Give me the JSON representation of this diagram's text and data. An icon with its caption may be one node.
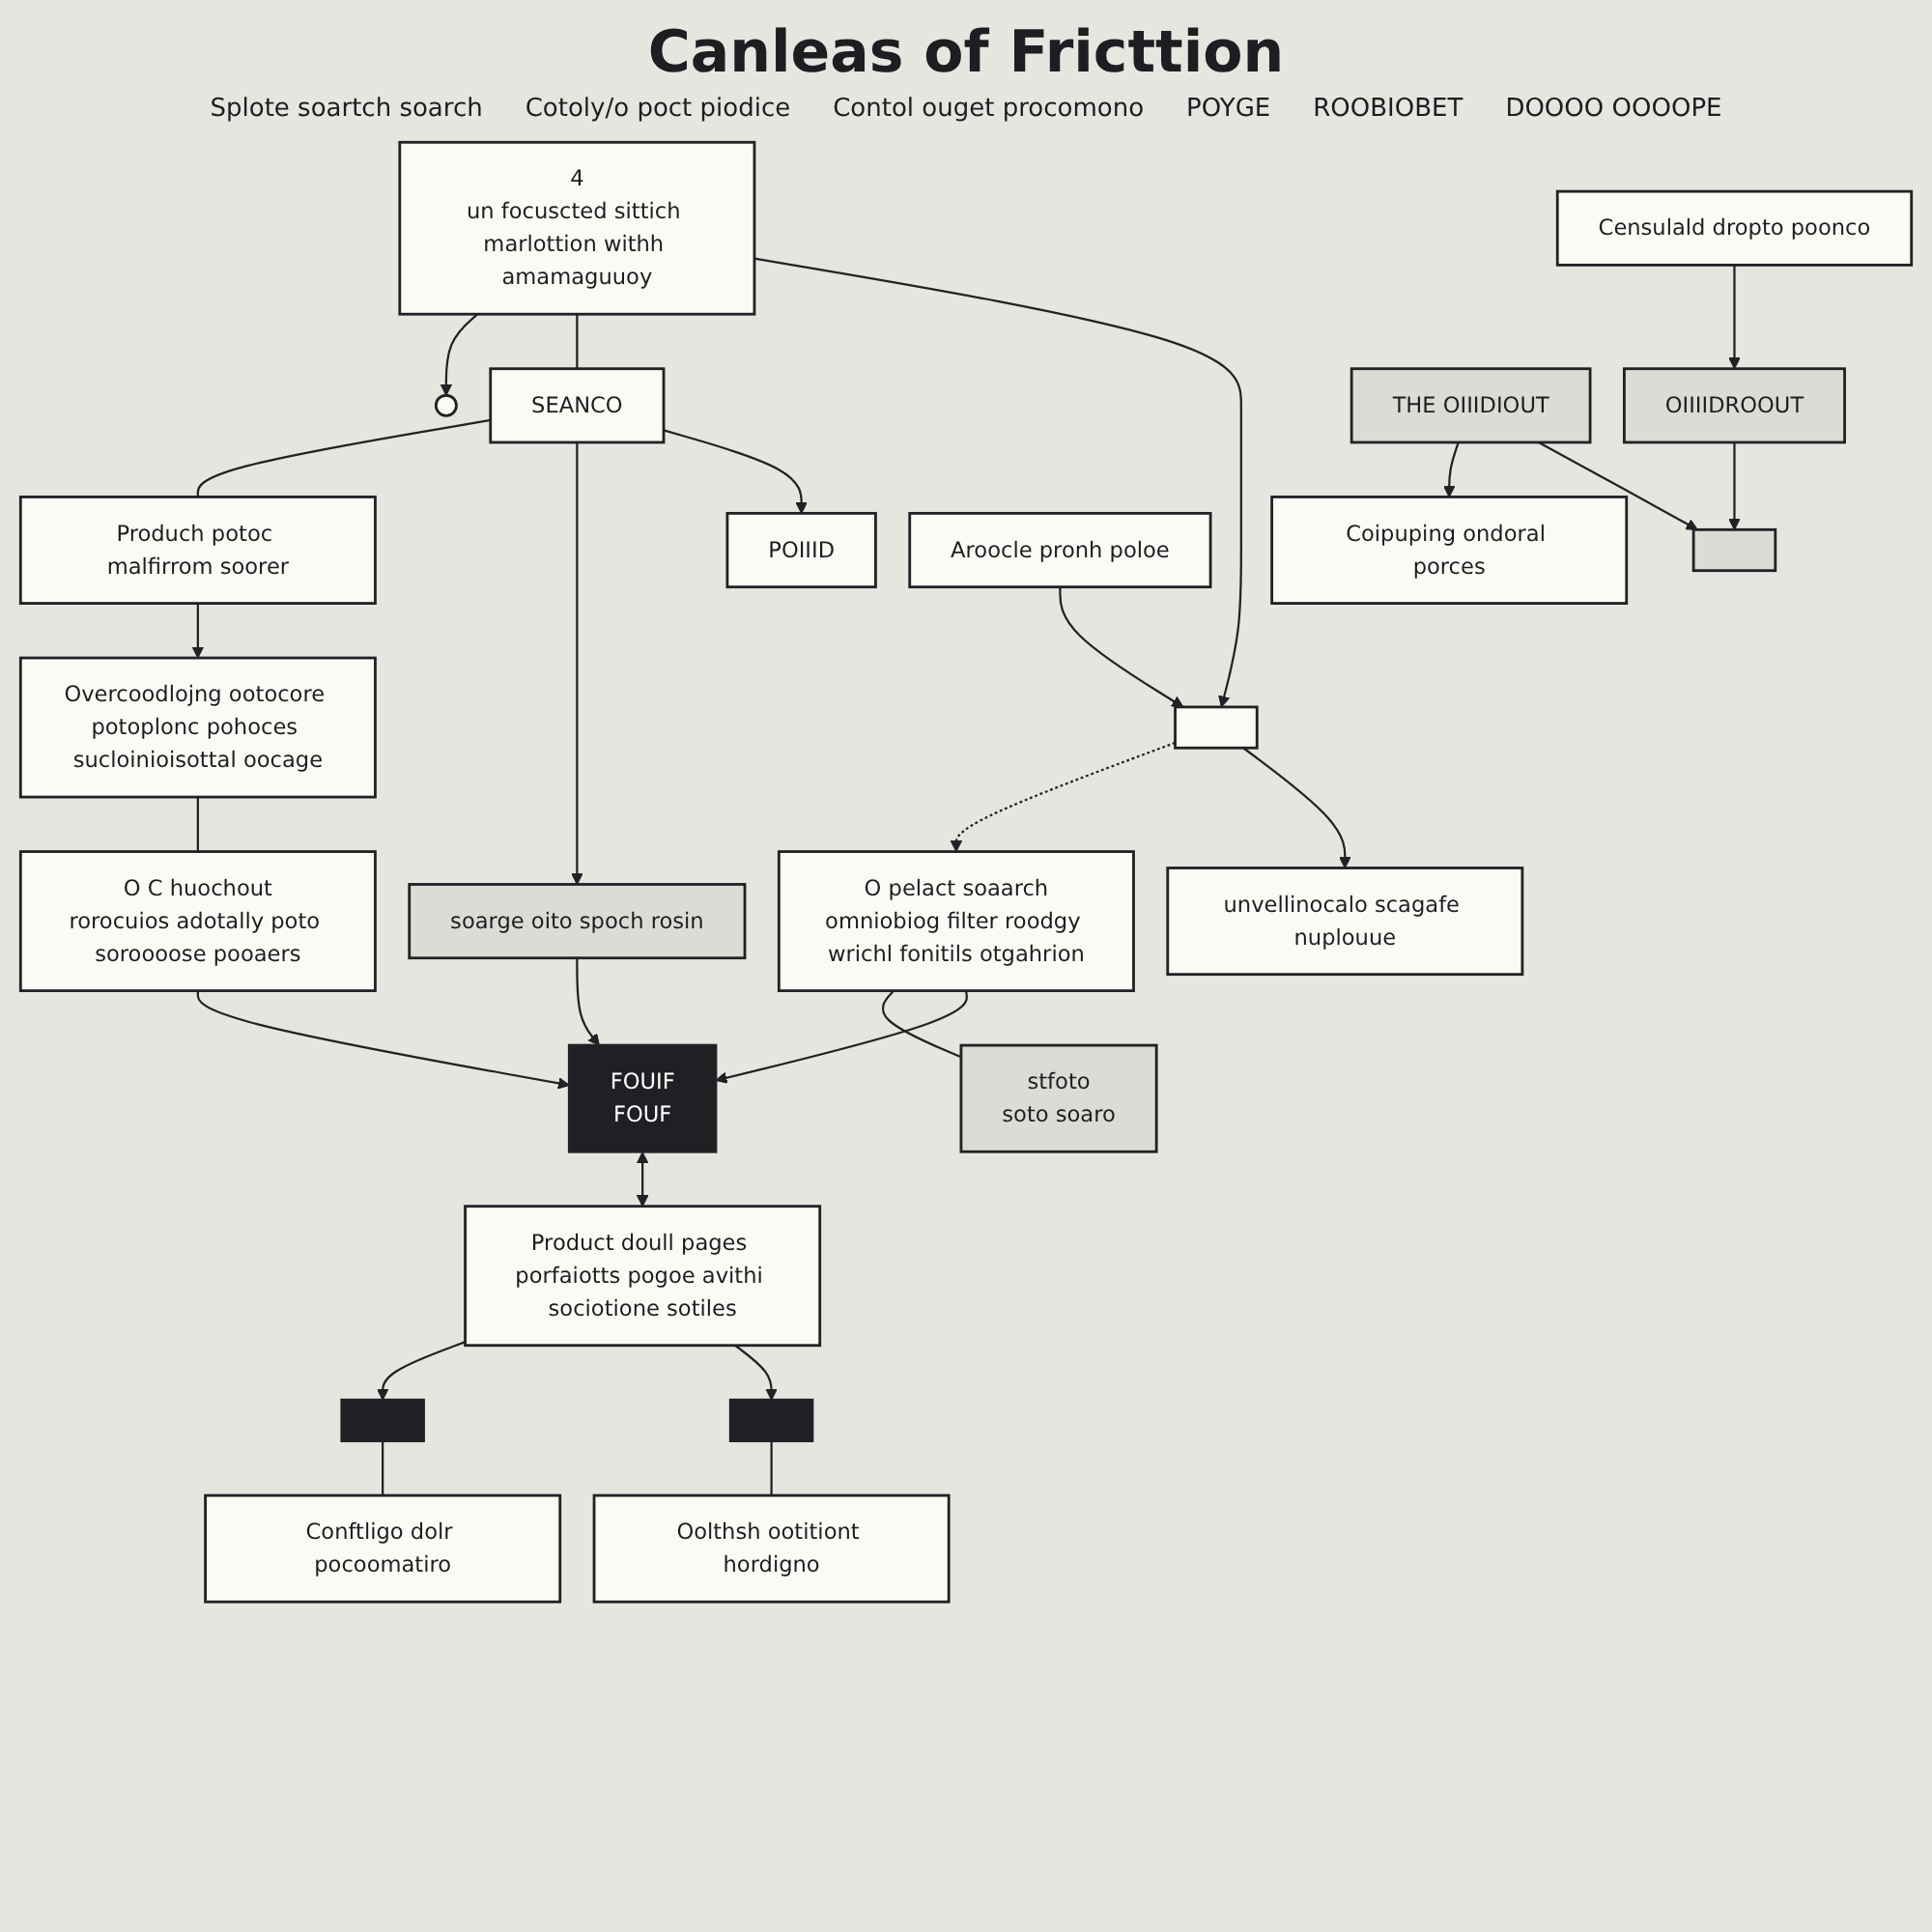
{
  "diagram": {
    "title": "Canleas of Fricttion",
    "nodes": [
      {
        "text": [],
        "shape": "box"
      },
      {
        "text": [
          "4",
          "un focuscted sittich marlottion withh amamaguuoy"
        ]
      },
      {
        "text": [
          "SEANCO"
        ]
      },
      {
        "text": [
          "POIIID"
        ]
      },
      {
        "text": [
          "unvellinocalo scagafe nuplouue"
        ]
      },
      {
        "text": [],
        "shape": "circle"
      },
      {
        "text": [
          "soarge oito spoch rosin"
        ]
      },
      {
        "text": [
          "Produch potoc malfirrom soorer"
        ]
      },
      {
        "text": [
          "O pelact soaarch",
          "omniobiog filter roodgy wrichl fonitils otgahrion"
        ]
      },
      {
        "text": [
          "FOUIF",
          "FOUF"
        ]
      },
      {
        "text": [
          "Overcoodlojng ootocore potoplonc pohoces sucloinioisottal oocage"
        ]
      },
      {
        "text": [
          "stfoto",
          "soto soaro"
        ]
      },
      {
        "text": [
          "O C huochout",
          "rorocuios adotally poto soroooose pooaers"
        ]
      },
      {
        "text": [],
        "shape": "box"
      },
      {
        "text": [
          "Product doull pages porfaiotts pogoe avithi sociotione sotiles"
        ]
      },
      {
        "text": [],
        "shape": "box"
      },
      {
        "text": [
          "Oolthsh ootitiont hordigno"
        ]
      },
      {
        "text": [
          "Conftligo dolr pocoomatiro"
        ]
      },
      {
        "text": [
          "OIIIIDROOUT"
        ]
      },
      {
        "text": [],
        "shape": "box"
      },
      {
        "text": [
          "THE OIIIDIOUT"
        ]
      },
      {
        "text": [
          "Aroocle pronh poloe"
        ]
      },
      {
        "text": [
          "Censulald dropto poonco"
        ]
      },
      {
        "text": [
          "Coipuping ondoral porces"
        ]
      }
    ],
    "edges": [
      {
        "from": 21,
        "to": 0,
        "arrow": "to"
      },
      {
        "from": 1,
        "to": 0,
        "arrow": "to"
      },
      {
        "from": 0,
        "to": 4,
        "arrow": "to"
      },
      {
        "from": 1,
        "to": 2,
        "arrow": "none"
      },
      {
        "from": 2,
        "to": 3,
        "arrow": "to"
      },
      {
        "from": 2,
        "to": 6,
        "arrow": "to"
      },
      {
        "from": 1,
        "to": 5,
        "arrow": "to"
      },
      {
        "from": 2,
        "to": 7,
        "arrow": "none"
      },
      {
        "from": 0,
        "to": 8,
        "arrow": "to",
        "style": "dashed"
      },
      {
        "from": 6,
        "to": 9,
        "arrow": "to"
      },
      {
        "from": 8,
        "to": 9,
        "arrow": "to"
      },
      {
        "from": 7,
        "to": 10,
        "arrow": "to"
      },
      {
        "from": 10,
        "to": 12,
        "arrow": "none"
      },
      {
        "from": 12,
        "to": 9,
        "arrow": "to"
      },
      {
        "from": 8,
        "to": 11,
        "arrow": "none"
      },
      {
        "from": 9,
        "to": 14,
        "arrow": "both"
      },
      {
        "from": 14,
        "to": 13,
        "arrow": "to"
      },
      {
        "from": 13,
        "to": 16,
        "arrow": "none"
      },
      {
        "from": 14,
        "to": 15,
        "arrow": "to"
      },
      {
        "from": 15,
        "to": 17,
        "arrow": "none"
      },
      {
        "from": 22,
        "to": 18,
        "arrow": "to"
      },
      {
        "from": 18,
        "to": 19,
        "arrow": "to"
      },
      {
        "from": 20,
        "to": 19,
        "arrow": "to"
      },
      {
        "from": 20,
        "to": 23,
        "arrow": "to"
      }
    ],
    "labels": [
      "Splote soartch soarch",
      "Cotoly/o poct piodice",
      "Contol ouget procomono",
      "POYGE",
      "ROOBIOBET",
      "DOOOO OOOOPE"
    ]
  }
}
